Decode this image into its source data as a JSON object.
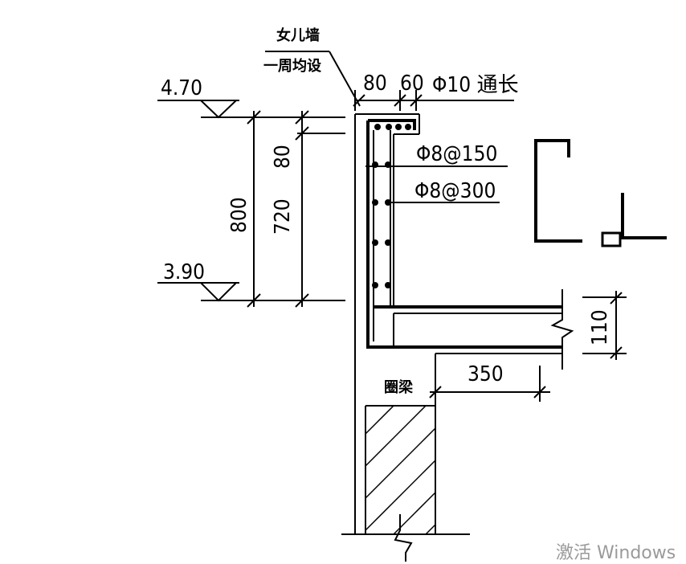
{
  "parapet_note": {
    "line1": "女儿墙",
    "line2": "一周均设"
  },
  "elevations": {
    "top": "4.70",
    "bottom": "3.90"
  },
  "dimensions": {
    "total_height": "800",
    "top_part": "80",
    "main_part": "720",
    "width_a": "80",
    "width_b": "60",
    "slab_thickness": "110",
    "beam_extent": "350"
  },
  "rebar": {
    "top_bar": "Φ10 通长",
    "stirrup": "Φ8@150",
    "distribution": "Φ8@300"
  },
  "labels": {
    "ring_beam": "圈梁"
  },
  "watermark": "激活 Windows",
  "colors": {
    "line": "#000000",
    "watermark": "#9a9a9a"
  }
}
